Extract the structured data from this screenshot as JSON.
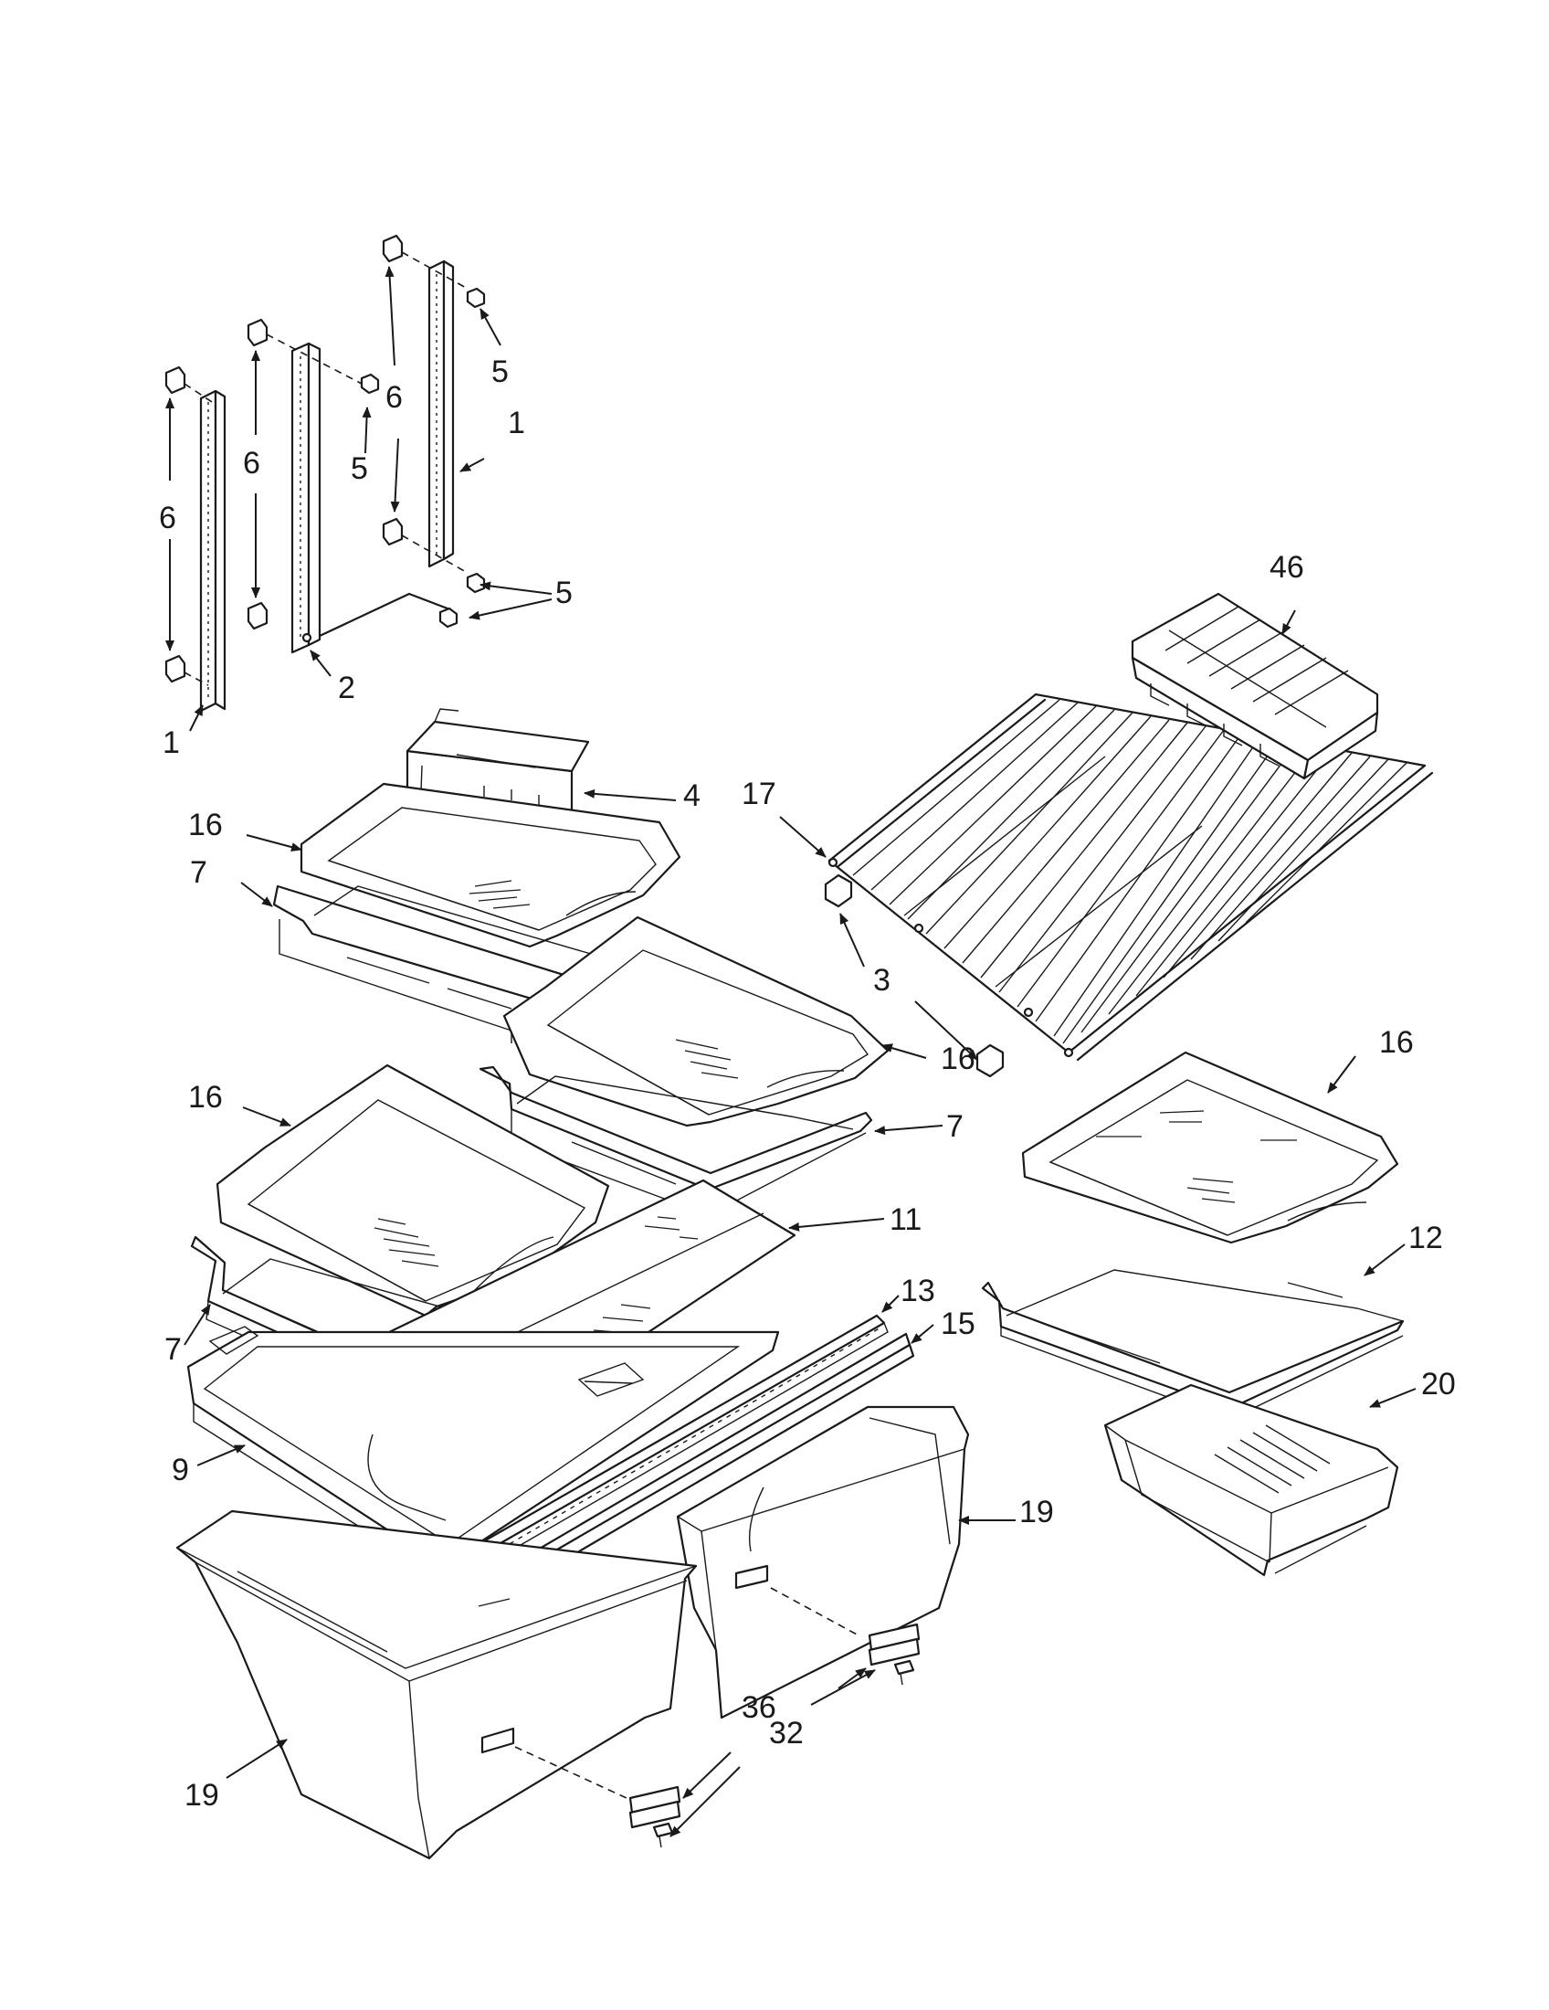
{
  "labels": {
    "p1a": "1",
    "p1b": "1",
    "p2": "2",
    "p3": "3",
    "p4": "4",
    "p5a": "5",
    "p5b": "5",
    "p5c": "5",
    "p6a": "6",
    "p6b": "6",
    "p6c": "6",
    "p7a": "7",
    "p7b": "7",
    "p7c": "7",
    "p9": "9",
    "p11": "11",
    "p12": "12",
    "p13": "13",
    "p15": "15",
    "p16a": "16",
    "p16b": "16",
    "p16c": "16",
    "p16d": "16",
    "p17": "17",
    "p19a": "19",
    "p19b": "19",
    "p20": "20",
    "p32": "32",
    "p36": "36",
    "p46": "46"
  }
}
